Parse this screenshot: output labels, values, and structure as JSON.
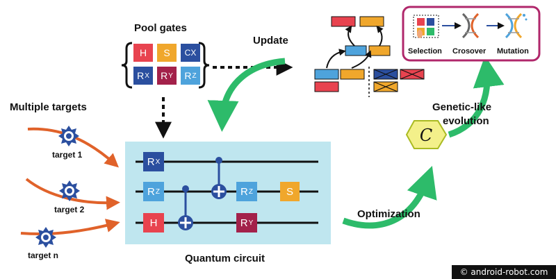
{
  "pool": {
    "title": "Pool gates",
    "gates": [
      {
        "base": "H",
        "sub": "",
        "color": "#e8434f"
      },
      {
        "base": "S",
        "sub": "",
        "color": "#f0a72c"
      },
      {
        "base": "CX",
        "sub": "",
        "color": "#2b4f9f"
      },
      {
        "base": "R",
        "sub": "X",
        "color": "#2b4f9f"
      },
      {
        "base": "R",
        "sub": "Y",
        "color": "#a3214a"
      },
      {
        "base": "R",
        "sub": "Z",
        "color": "#4ea3dc"
      }
    ]
  },
  "update_label": "Update",
  "targets": {
    "title": "Multiple targets",
    "items": [
      "target 1",
      "target 2",
      "target n"
    ]
  },
  "circuit": {
    "title": "Quantum circuit",
    "gates": {
      "rx": {
        "base": "R",
        "sub": "X"
      },
      "rz1": {
        "base": "R",
        "sub": "Z"
      },
      "rz2": {
        "base": "R",
        "sub": "Z"
      },
      "s": {
        "base": "S",
        "sub": ""
      },
      "h": {
        "base": "H",
        "sub": ""
      },
      "ry": {
        "base": "R",
        "sub": "Y"
      }
    }
  },
  "optimization_label": "Optimization",
  "cost_symbol": "C",
  "evolution_label": [
    "Genetic-like",
    "evolution"
  ],
  "ga_steps": [
    "Selection",
    "Crosover",
    "Mutation"
  ],
  "watermark": "© android-robot.com",
  "colors": {
    "red": "#e8434f",
    "orange": "#f0a72c",
    "navy": "#2b4f9f",
    "maroon": "#a3214a",
    "light_blue": "#4ea3dc",
    "green_arrow": "#2dbb6a",
    "target_arrow": "#e0622a",
    "circuit_bg": "#bfe6ef",
    "hexagon": "#f3f08a",
    "box_border": "#b0276b"
  }
}
